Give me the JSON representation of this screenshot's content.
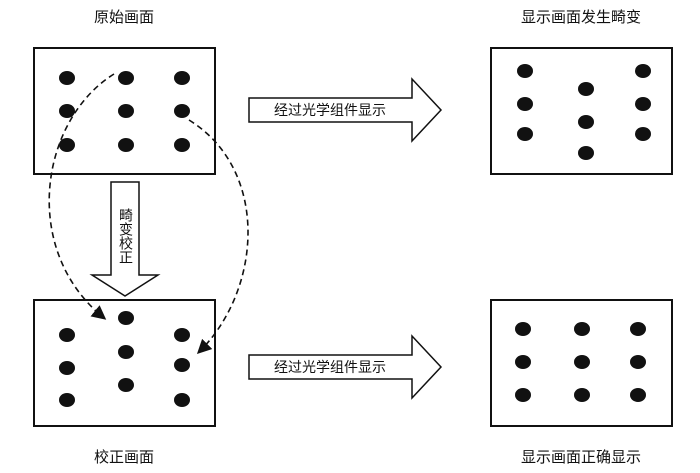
{
  "panels": {
    "original": {
      "title": "原始画面"
    },
    "distorted": {
      "title": "显示画面发生畸变"
    },
    "corrected": {
      "title": "校正画面"
    },
    "final": {
      "title": "显示画面正确显示"
    }
  },
  "arrows": {
    "top_optical": {
      "label": "经过光学组件显示"
    },
    "bottom_optical": {
      "label": "经过光学组件显示"
    },
    "correction": {
      "label": "畸变校正"
    }
  },
  "colors": {
    "ink": "#111111",
    "background": "#ffffff"
  }
}
